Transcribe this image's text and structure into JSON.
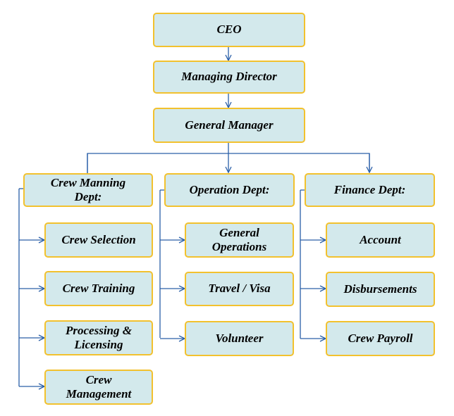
{
  "top": {
    "ceo": "CEO",
    "managing_director": "Managing Director",
    "general_manager": "General Manager"
  },
  "departments": [
    {
      "name": "Crew Manning\nDept:",
      "units": [
        "Crew Selection",
        "Crew Training",
        "Processing &\nLicensing",
        "Crew\nManagement"
      ]
    },
    {
      "name": "Operation Dept:",
      "units": [
        "General\nOperations",
        "Travel  / Visa",
        "Volunteer"
      ]
    },
    {
      "name": "Finance Dept:",
      "units": [
        "Account",
        "Disbursements",
        "Crew Payroll"
      ]
    }
  ],
  "colors": {
    "box_fill": "#d3e9ec",
    "box_border": "#f2c12e",
    "connector": "#2a5fa8"
  }
}
